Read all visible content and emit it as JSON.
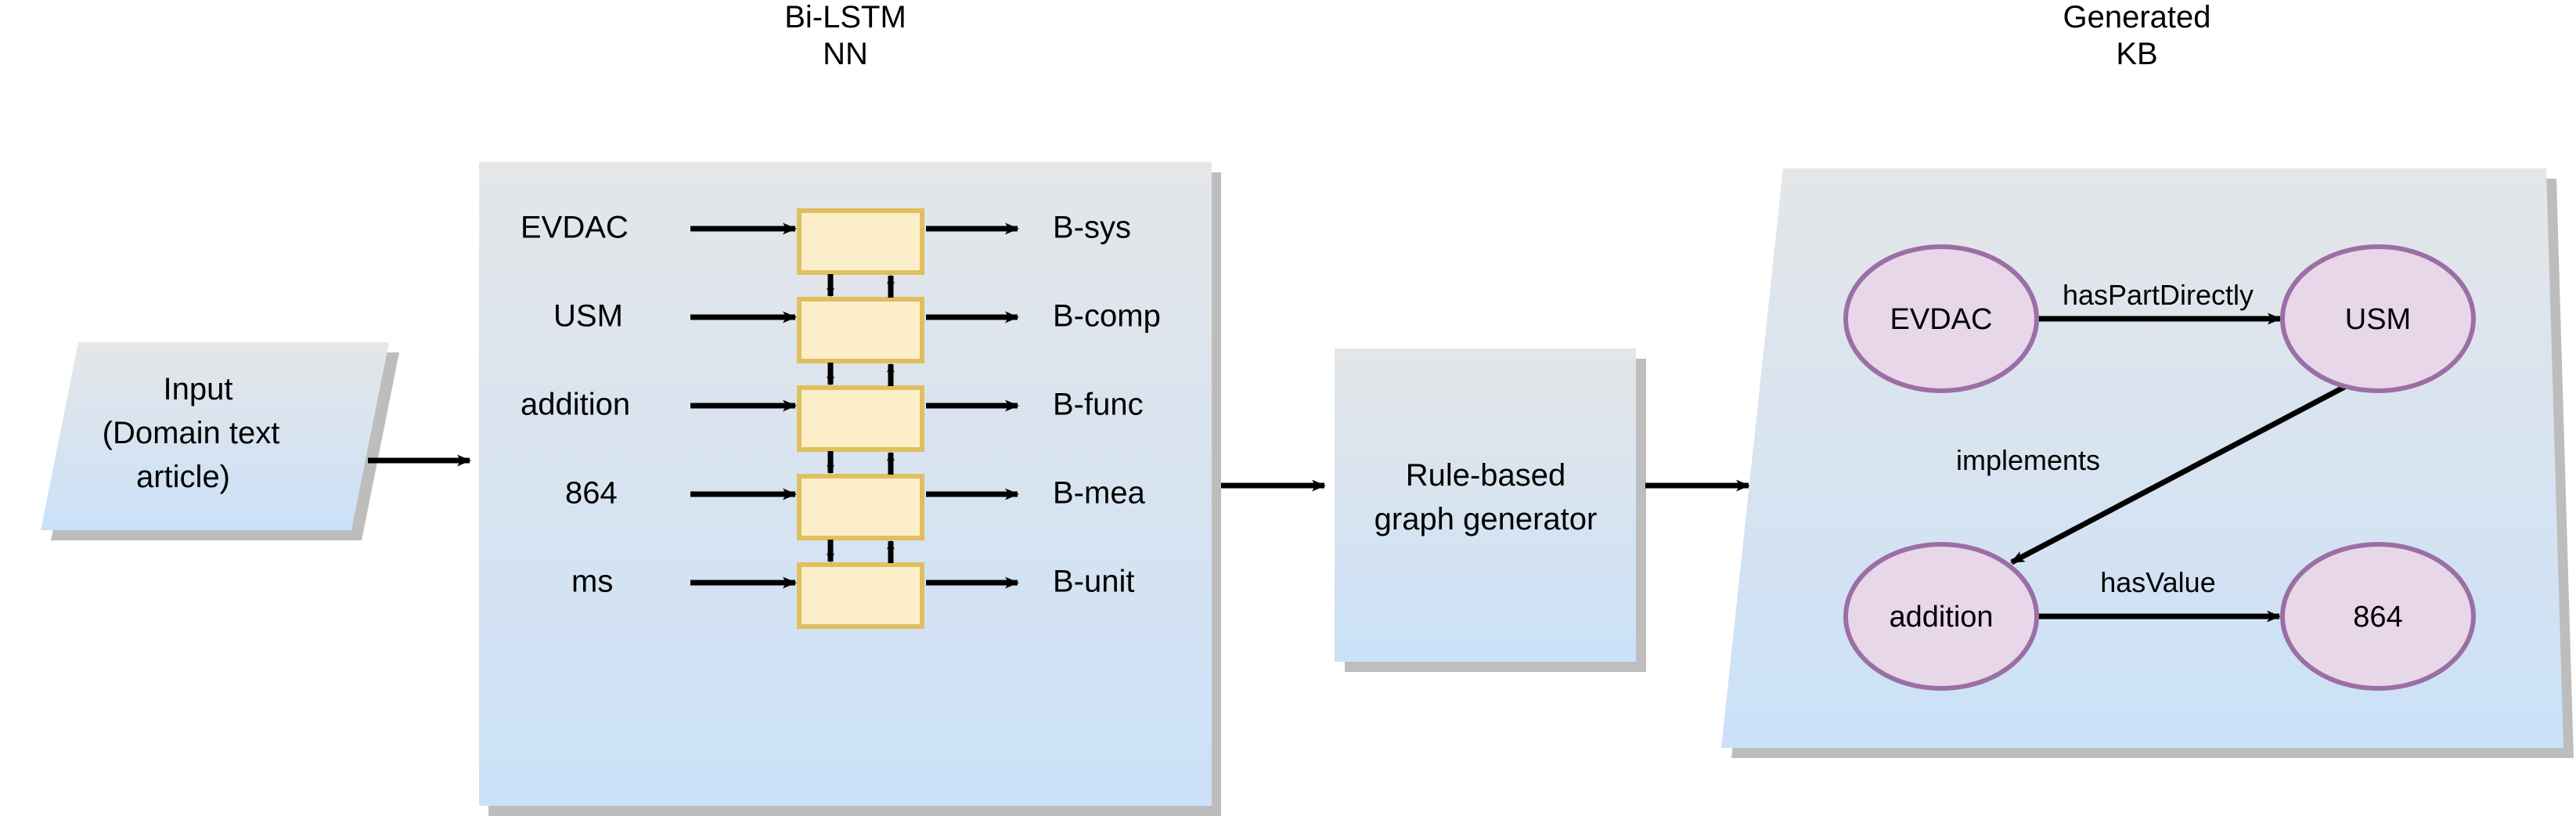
{
  "figure": {
    "domain": "pipeline-diagram",
    "colors": {
      "panel_top": "#e4e6e8",
      "panel_bottom": "#cbe1f8",
      "panel_shadow": "#bdbdbd",
      "lstm_fill": "#fdeeca",
      "lstm_border": "#e0bf5e",
      "node_fill": "#e8d6e9",
      "node_border": "#9b6fa5",
      "arrow": "#000000",
      "text": "#000000"
    }
  },
  "titles": {
    "bilstm": {
      "line1": "Bi-LSTM",
      "line2": "NN"
    },
    "kb": {
      "line1": "Generated",
      "line2": "KB"
    }
  },
  "input_block": {
    "line1": "Input",
    "line2": "(Domain text",
    "line3": "article)"
  },
  "bilstm": {
    "rows": [
      {
        "input": "EVDAC",
        "output": "B-sys"
      },
      {
        "input": "USM",
        "output": "B-comp"
      },
      {
        "input": "addition",
        "output": "B-func"
      },
      {
        "input": "864",
        "output": "B-mea"
      },
      {
        "input": "ms",
        "output": "B-unit"
      }
    ]
  },
  "generator": {
    "line1": "Rule-based",
    "line2": "graph generator"
  },
  "kb_graph": {
    "nodes": [
      {
        "id": "evdac",
        "label": "EVDAC"
      },
      {
        "id": "usm",
        "label": "USM"
      },
      {
        "id": "addition",
        "label": "addition"
      },
      {
        "id": "value",
        "label": "864"
      }
    ],
    "edges": [
      {
        "from": "evdac",
        "to": "usm",
        "label": "hasPartDirectly"
      },
      {
        "from": "usm",
        "to": "addition",
        "label": "implements"
      },
      {
        "from": "addition",
        "to": "value",
        "label": "hasValue"
      }
    ]
  }
}
